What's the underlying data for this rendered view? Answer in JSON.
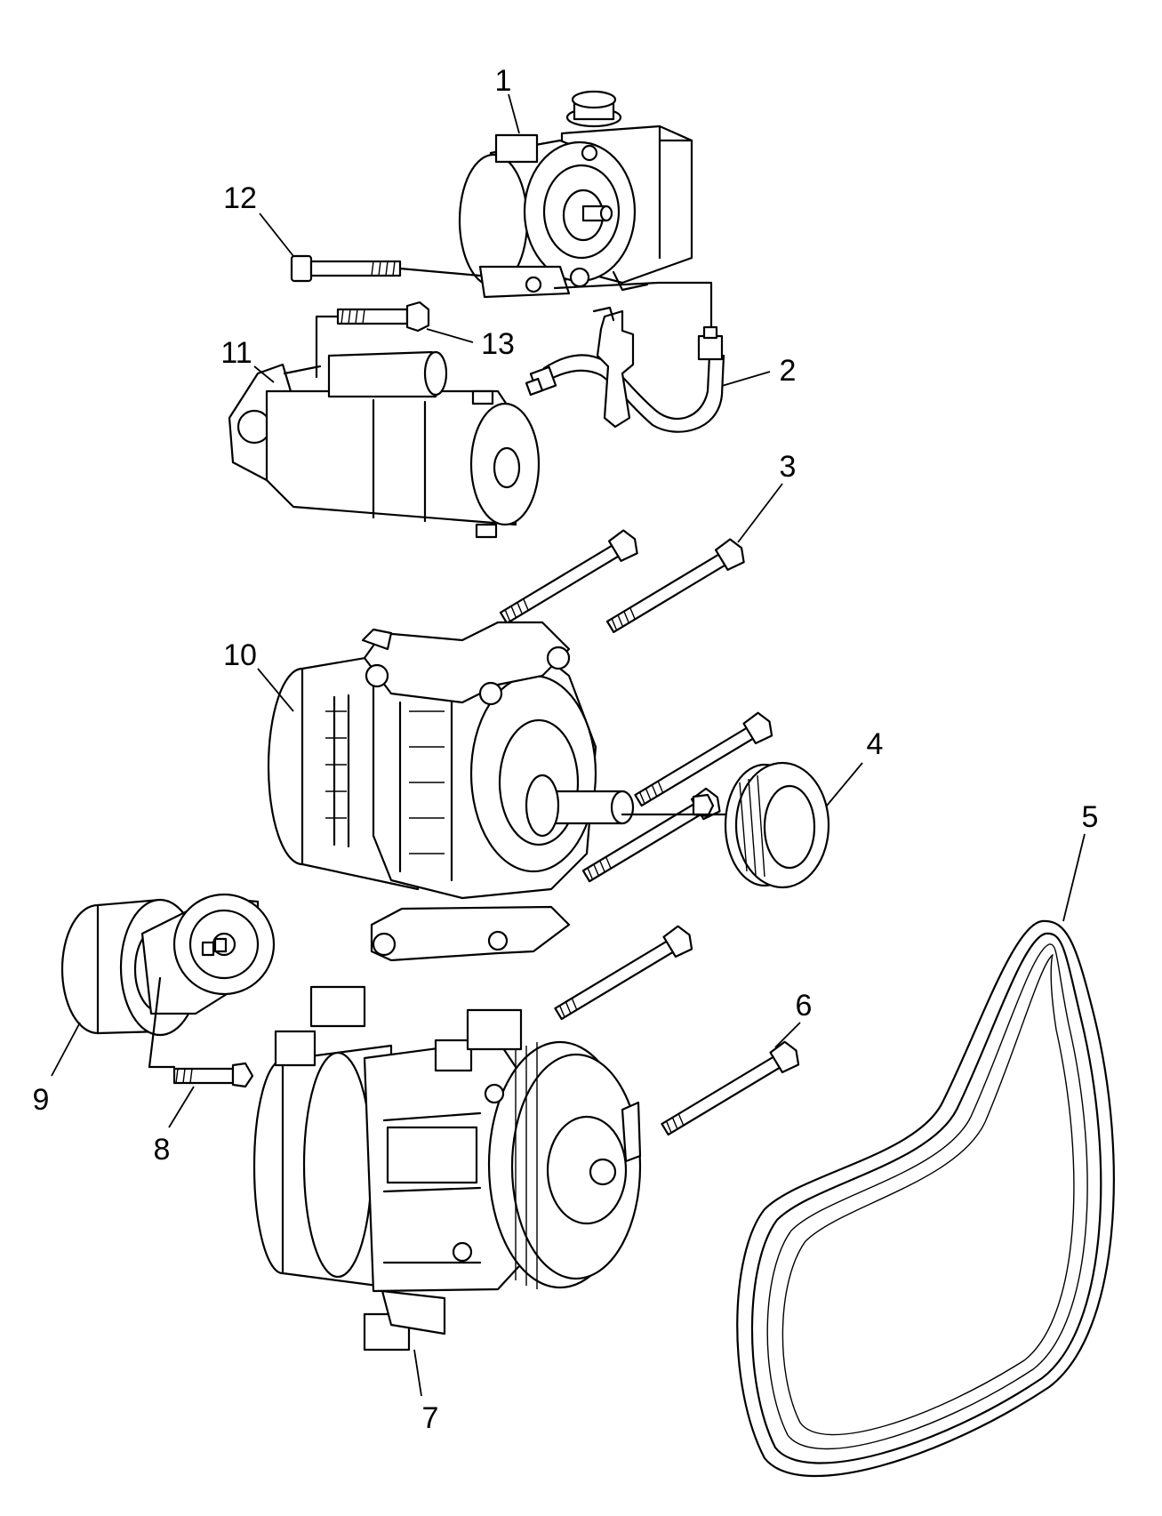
{
  "callouts": [
    {
      "id": "1",
      "label": "1"
    },
    {
      "id": "2",
      "label": "2"
    },
    {
      "id": "3",
      "label": "3"
    },
    {
      "id": "4",
      "label": "4"
    },
    {
      "id": "5",
      "label": "5"
    },
    {
      "id": "6",
      "label": "6"
    },
    {
      "id": "7",
      "label": "7"
    },
    {
      "id": "8",
      "label": "8"
    },
    {
      "id": "9",
      "label": "9"
    },
    {
      "id": "10",
      "label": "10"
    },
    {
      "id": "11",
      "label": "11"
    },
    {
      "id": "12",
      "label": "12"
    },
    {
      "id": "13",
      "label": "13"
    }
  ]
}
